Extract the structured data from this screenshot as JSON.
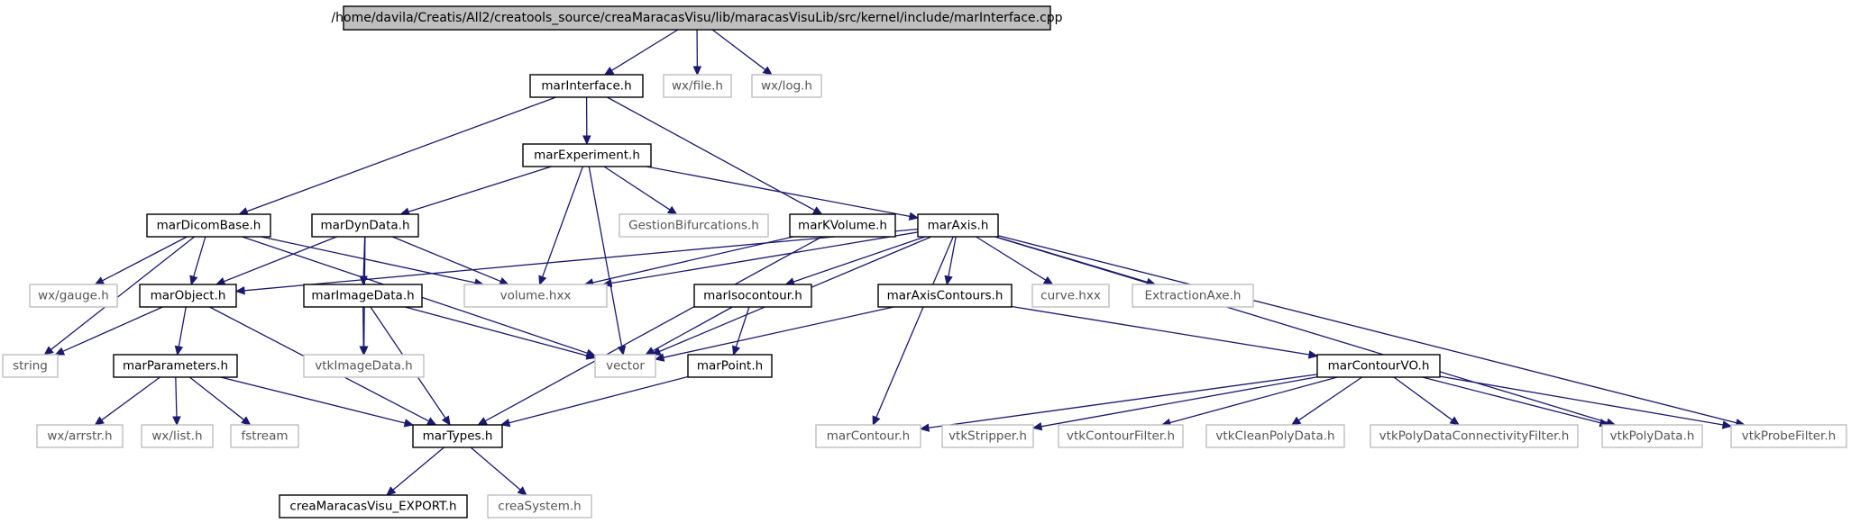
{
  "colors": {
    "edge": "#191970",
    "documented_border": "#000000",
    "undocumented_border": "#bfbfbf",
    "undocumented_text": "#555555",
    "root_fill": "#bfbfbf"
  },
  "nodes": {
    "root": {
      "label": "/home/davila/Creatis/All2/creatools_source/creaMaracasVisu/lib/maracasVisuLib/src/kernel/include/marInterface.cpp",
      "kind": "root"
    },
    "marInterface": {
      "label": "marInterface.h",
      "kind": "documented"
    },
    "wxfile": {
      "label": "wx/file.h",
      "kind": "external"
    },
    "wxlog": {
      "label": "wx/log.h",
      "kind": "external"
    },
    "marExperiment": {
      "label": "marExperiment.h",
      "kind": "documented"
    },
    "marDicomBase": {
      "label": "marDicomBase.h",
      "kind": "documented"
    },
    "marDynData": {
      "label": "marDynData.h",
      "kind": "documented"
    },
    "gestion": {
      "label": "GestionBifurcations.h",
      "kind": "external"
    },
    "marKVolume": {
      "label": "marKVolume.h",
      "kind": "documented"
    },
    "marAxis": {
      "label": "marAxis.h",
      "kind": "documented"
    },
    "wxgauge": {
      "label": "wx/gauge.h",
      "kind": "external"
    },
    "marObject": {
      "label": "marObject.h",
      "kind": "documented"
    },
    "marImageData": {
      "label": "marImageData.h",
      "kind": "documented"
    },
    "volume": {
      "label": "volume.hxx",
      "kind": "external"
    },
    "marIsocontour": {
      "label": "marIsocontour.h",
      "kind": "documented"
    },
    "marAxisContours": {
      "label": "marAxisContours.h",
      "kind": "documented"
    },
    "curve": {
      "label": "curve.hxx",
      "kind": "external"
    },
    "extraction": {
      "label": "ExtractionAxe.h",
      "kind": "external"
    },
    "string": {
      "label": "string",
      "kind": "external"
    },
    "marParameters": {
      "label": "marParameters.h",
      "kind": "documented"
    },
    "vtkImageData": {
      "label": "vtkImageData.h",
      "kind": "external"
    },
    "vector": {
      "label": "vector",
      "kind": "external"
    },
    "marPoint": {
      "label": "marPoint.h",
      "kind": "documented"
    },
    "marContourVO": {
      "label": "marContourVO.h",
      "kind": "documented"
    },
    "wxarrstr": {
      "label": "wx/arrstr.h",
      "kind": "external"
    },
    "wxlist": {
      "label": "wx/list.h",
      "kind": "external"
    },
    "fstream": {
      "label": "fstream",
      "kind": "external"
    },
    "marTypes": {
      "label": "marTypes.h",
      "kind": "documented"
    },
    "marContour": {
      "label": "marContour.h",
      "kind": "external"
    },
    "vtkStripper": {
      "label": "vtkStripper.h",
      "kind": "external"
    },
    "vtkContourFilter": {
      "label": "vtkContourFilter.h",
      "kind": "external"
    },
    "vtkCleanPolyData": {
      "label": "vtkCleanPolyData.h",
      "kind": "external"
    },
    "vtkPDCF": {
      "label": "vtkPolyDataConnectivityFilter.h",
      "kind": "external"
    },
    "vtkPolyData": {
      "label": "vtkPolyData.h",
      "kind": "external"
    },
    "vtkProbeFilter": {
      "label": "vtkProbeFilter.h",
      "kind": "external"
    },
    "creaExport": {
      "label": "creaMaracasVisu_EXPORT.h",
      "kind": "documented"
    },
    "creaSystem": {
      "label": "creaSystem.h",
      "kind": "external"
    }
  },
  "edges": [
    [
      "root",
      "marInterface"
    ],
    [
      "root",
      "wxfile"
    ],
    [
      "root",
      "wxlog"
    ],
    [
      "marInterface",
      "marExperiment"
    ],
    [
      "marInterface",
      "marDicomBase"
    ],
    [
      "marInterface",
      "marKVolume"
    ],
    [
      "marExperiment",
      "marDynData"
    ],
    [
      "marExperiment",
      "gestion"
    ],
    [
      "marExperiment",
      "marAxis"
    ],
    [
      "marExperiment",
      "volume"
    ],
    [
      "marExperiment",
      "vector"
    ],
    [
      "marDicomBase",
      "wxgauge"
    ],
    [
      "marDicomBase",
      "marObject"
    ],
    [
      "marDicomBase",
      "string"
    ],
    [
      "marDicomBase",
      "volume"
    ],
    [
      "marDicomBase",
      "vector"
    ],
    [
      "marDynData",
      "marObject"
    ],
    [
      "marDynData",
      "marImageData"
    ],
    [
      "marDynData",
      "volume"
    ],
    [
      "marDynData",
      "vtkImageData"
    ],
    [
      "marKVolume",
      "volume"
    ],
    [
      "marKVolume",
      "marTypes"
    ],
    [
      "marAxis",
      "marObject"
    ],
    [
      "marAxis",
      "volume"
    ],
    [
      "marAxis",
      "vector"
    ],
    [
      "marAxis",
      "marIsocontour"
    ],
    [
      "marAxis",
      "marAxisContours"
    ],
    [
      "marAxis",
      "curve"
    ],
    [
      "marAxis",
      "extraction"
    ],
    [
      "marAxis",
      "marContour"
    ],
    [
      "marAxis",
      "vtkPolyData"
    ],
    [
      "marAxis",
      "vtkProbeFilter"
    ],
    [
      "marObject",
      "string"
    ],
    [
      "marObject",
      "marParameters"
    ],
    [
      "marObject",
      "marTypes"
    ],
    [
      "marImageData",
      "vtkImageData"
    ],
    [
      "marImageData",
      "vector"
    ],
    [
      "marImageData",
      "marTypes"
    ],
    [
      "marIsocontour",
      "vector"
    ],
    [
      "marIsocontour",
      "marPoint"
    ],
    [
      "marAxisContours",
      "vector"
    ],
    [
      "marAxisContours",
      "marContourVO"
    ],
    [
      "marParameters",
      "wxarrstr"
    ],
    [
      "marParameters",
      "wxlist"
    ],
    [
      "marParameters",
      "fstream"
    ],
    [
      "marParameters",
      "marTypes"
    ],
    [
      "marPoint",
      "marTypes"
    ],
    [
      "marContourVO",
      "marContour"
    ],
    [
      "marContourVO",
      "vtkStripper"
    ],
    [
      "marContourVO",
      "vtkContourFilter"
    ],
    [
      "marContourVO",
      "vtkCleanPolyData"
    ],
    [
      "marContourVO",
      "vtkPDCF"
    ],
    [
      "marContourVO",
      "vtkPolyData"
    ],
    [
      "marContourVO",
      "vtkProbeFilter"
    ],
    [
      "marTypes",
      "creaExport"
    ],
    [
      "marTypes",
      "creaSystem"
    ]
  ]
}
